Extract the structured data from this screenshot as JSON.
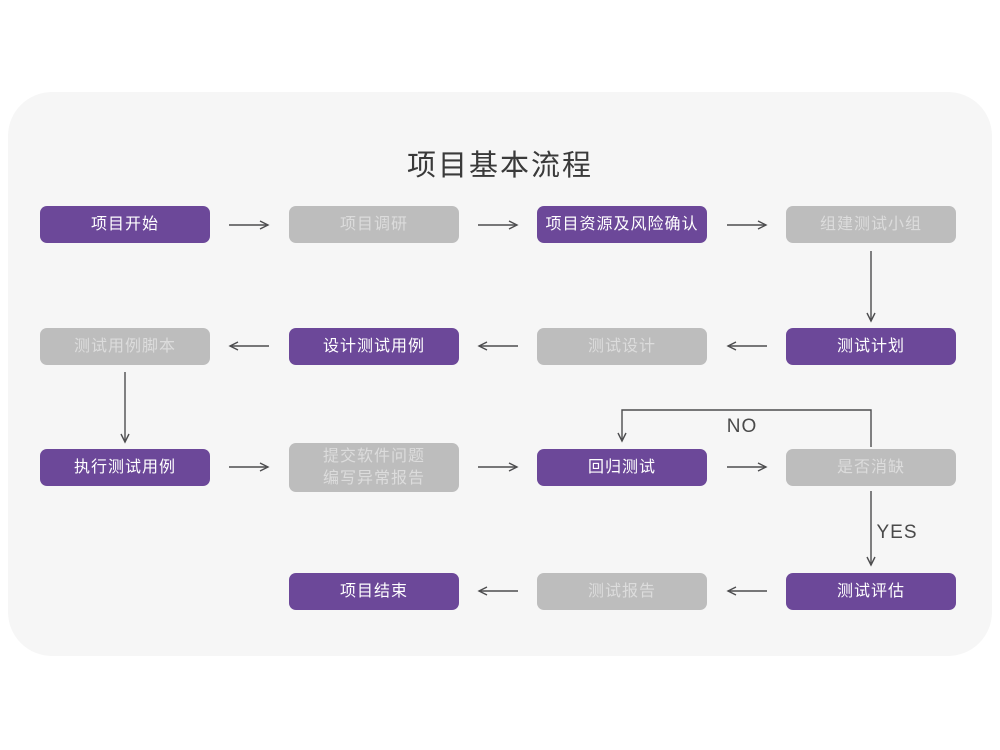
{
  "title": "项目基本流程",
  "colors": {
    "primary_node": "#6C4899",
    "secondary_node": "#BDBDBD",
    "card_background": "#F6F6F6",
    "arrow": "#4D4D4F",
    "primary_text": "#FFFFFF",
    "secondary_text": "#DCDCDC"
  },
  "nodes": [
    {
      "id": "project-start",
      "label": "项目开始",
      "style": "primary"
    },
    {
      "id": "project-research",
      "label": "项目调研",
      "style": "secondary"
    },
    {
      "id": "resources-risk-confirm",
      "label": "项目资源及风险确认",
      "style": "primary"
    },
    {
      "id": "form-test-team",
      "label": "组建测试小组",
      "style": "secondary"
    },
    {
      "id": "test-plan",
      "label": "测试计划",
      "style": "primary"
    },
    {
      "id": "test-design",
      "label": "测试设计",
      "style": "secondary"
    },
    {
      "id": "design-test-cases",
      "label": "设计测试用例",
      "style": "primary"
    },
    {
      "id": "test-case-script",
      "label": "测试用例脚本",
      "style": "secondary"
    },
    {
      "id": "execute-test-cases",
      "label": "执行测试用例",
      "style": "primary"
    },
    {
      "id": "submit-issues-report",
      "label": "提交软件问题\n编写异常报告",
      "style": "secondary"
    },
    {
      "id": "regression-test",
      "label": "回归测试",
      "style": "primary"
    },
    {
      "id": "defect-cleared",
      "label": "是否消缺",
      "style": "secondary"
    },
    {
      "id": "test-evaluation",
      "label": "测试评估",
      "style": "primary"
    },
    {
      "id": "test-report",
      "label": "测试报告",
      "style": "secondary"
    },
    {
      "id": "project-end",
      "label": "项目结束",
      "style": "primary"
    }
  ],
  "edge_labels": {
    "no": "NO",
    "yes": "YES"
  }
}
